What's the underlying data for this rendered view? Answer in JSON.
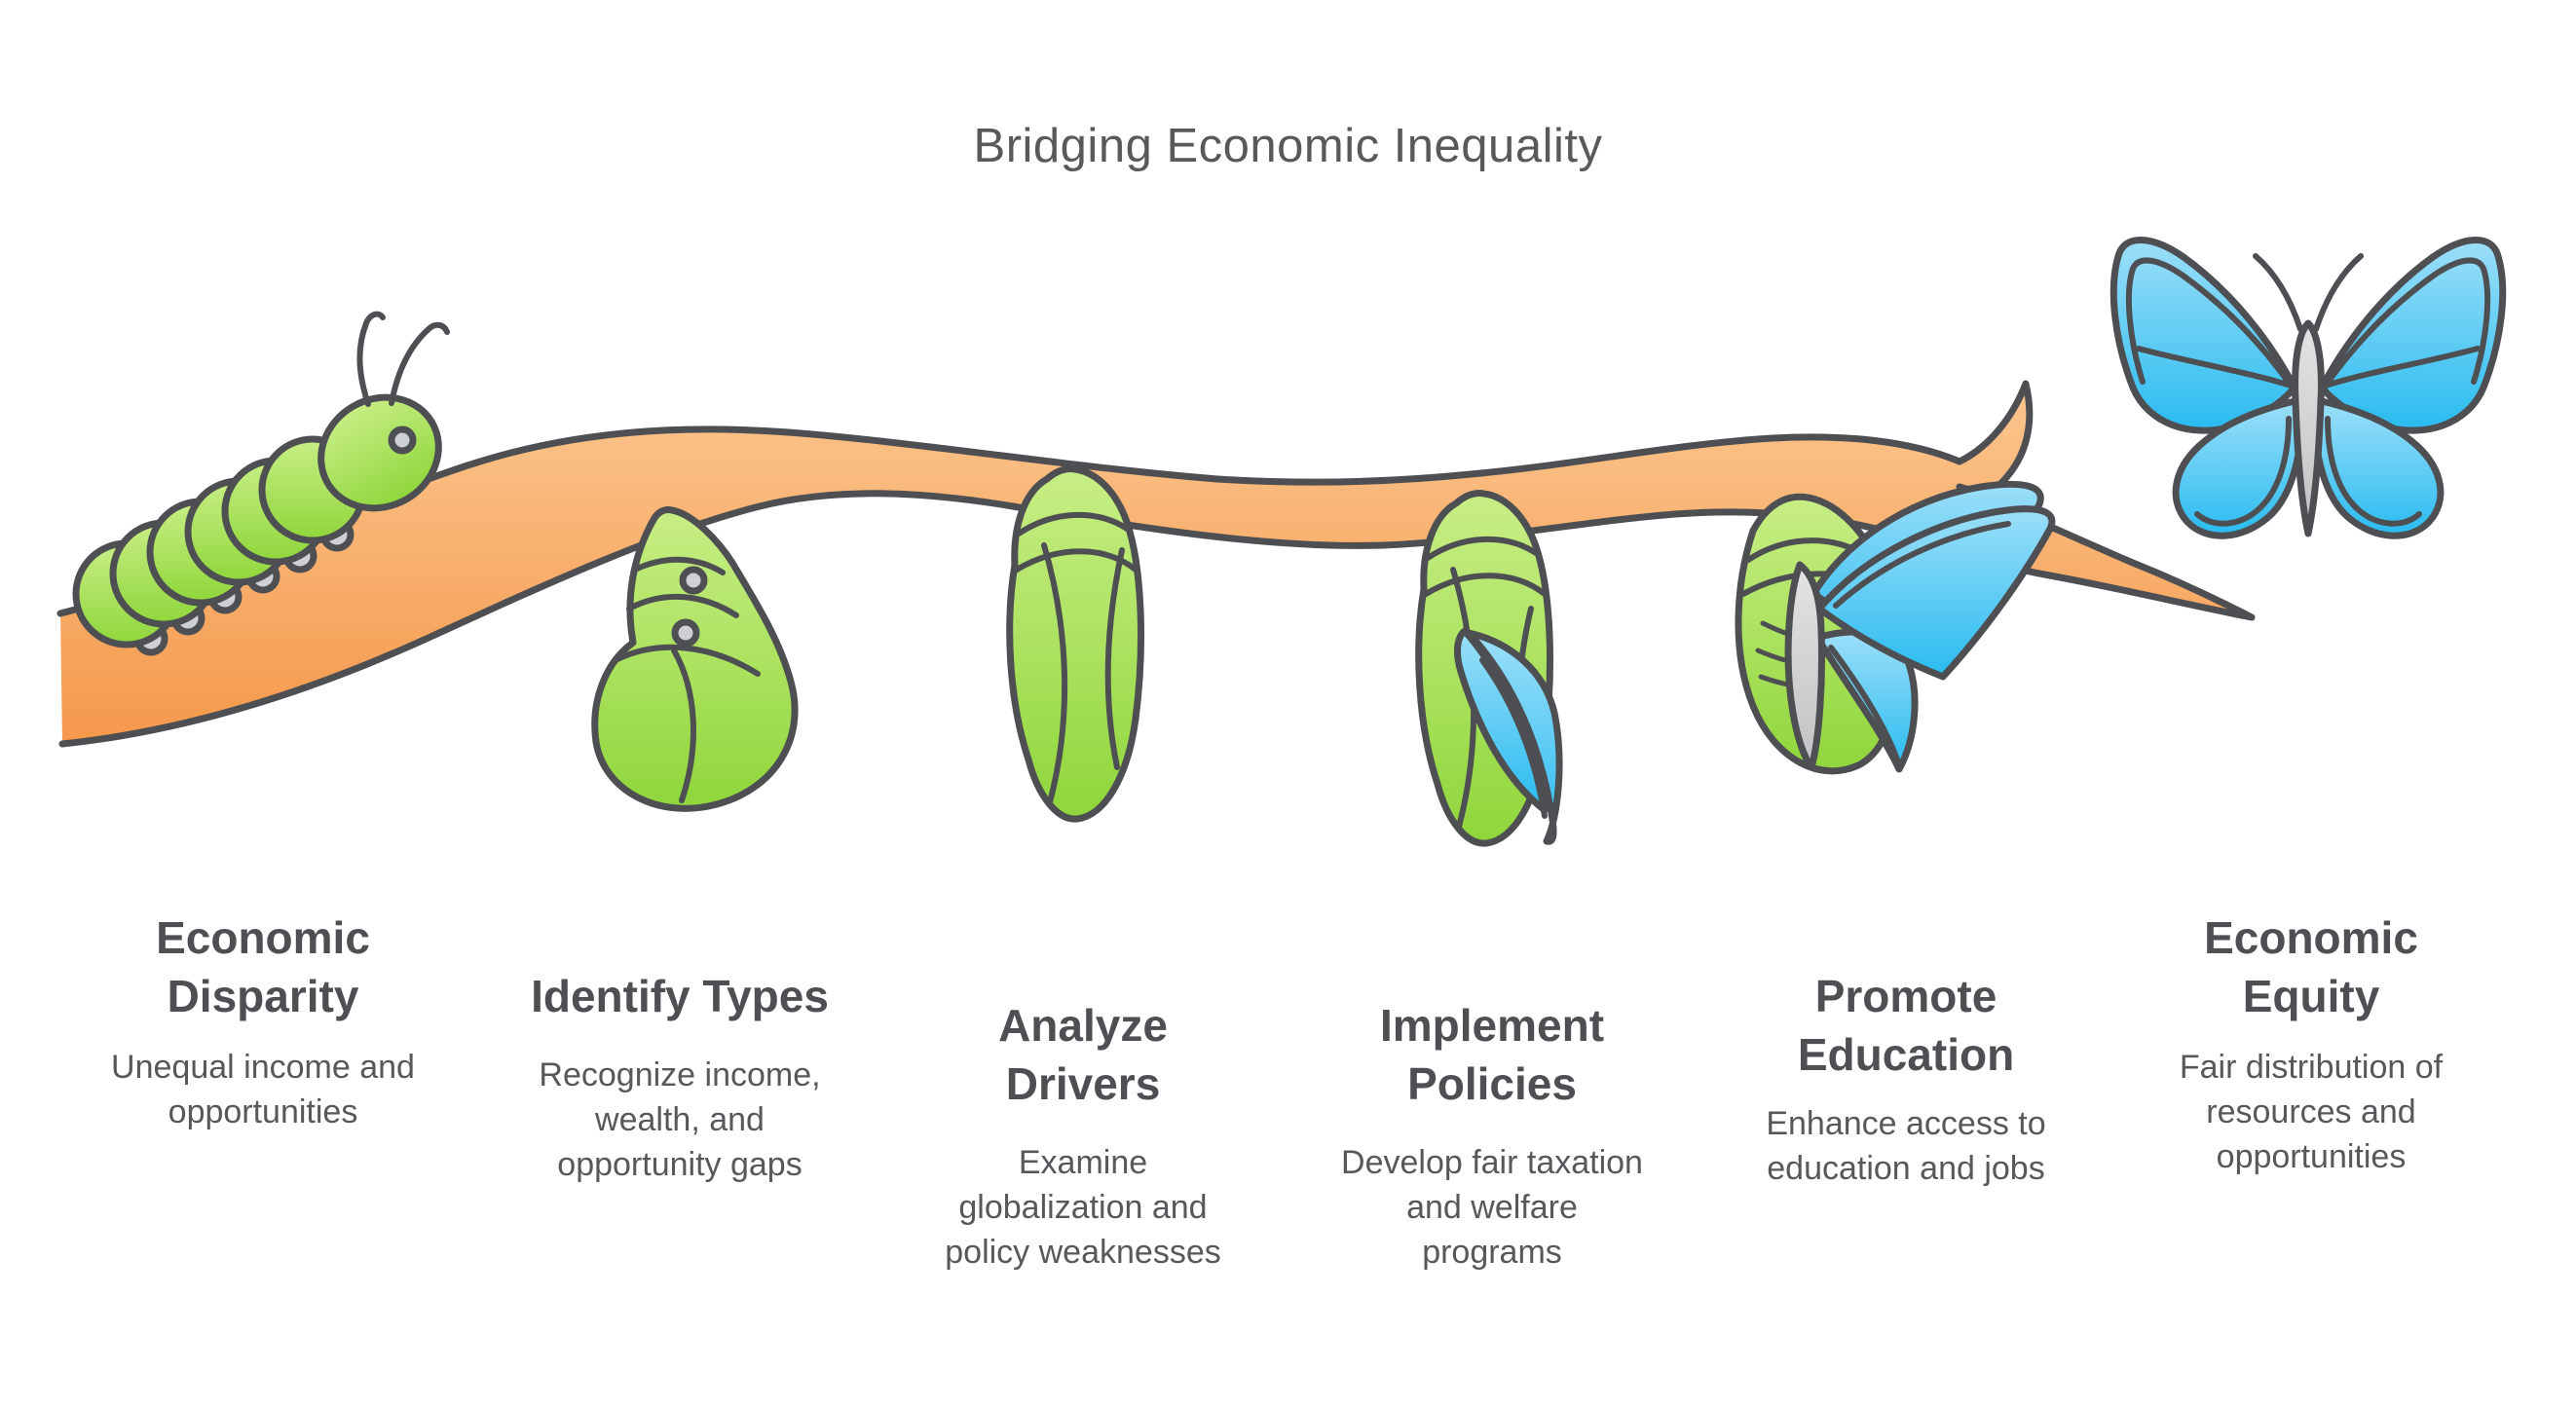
{
  "title": "Bridging Economic Inequality",
  "stages": [
    {
      "name": "economic-disparity",
      "icon": "caterpillar-icon",
      "heading": "Economic\nDisparity",
      "description": "Unequal income and\nopportunities"
    },
    {
      "name": "identify-types",
      "icon": "curled-larva-icon",
      "heading": "Identify Types",
      "description": "Recognize income,\nwealth, and\nopportunity gaps"
    },
    {
      "name": "analyze-drivers",
      "icon": "chrysalis-icon",
      "heading": "Analyze\nDrivers",
      "description": "Examine\nglobalization and\npolicy weaknesses"
    },
    {
      "name": "implement-policies",
      "icon": "chrysalis-wing-emerging-icon",
      "heading": "Implement\nPolicies",
      "description": "Develop fair taxation\nand welfare\nprograms"
    },
    {
      "name": "promote-education",
      "icon": "emerging-butterfly-icon",
      "heading": "Promote\nEducation",
      "description": "Enhance access to\neducation and jobs"
    },
    {
      "name": "economic-equity",
      "icon": "butterfly-icon",
      "heading": "Economic\nEquity",
      "description": "Fair distribution of\nresources and\nopportunities"
    }
  ],
  "colors": {
    "background": "#ffffff",
    "title_color": "#58595b",
    "text_heading": "#4d4f53",
    "text_body": "#56585b",
    "outline": "#4e4f52",
    "branch_light": "#fbc68f",
    "branch_dark": "#f5984b",
    "green_light": "#c8ee85",
    "green_dark": "#8fd63b",
    "blue_light": "#9cdff9",
    "blue_dark": "#29bbf0",
    "body_gray_light": "#e3e3e3",
    "body_gray_dark": "#c2c2c4",
    "leg_gray": "#ced1d3"
  }
}
